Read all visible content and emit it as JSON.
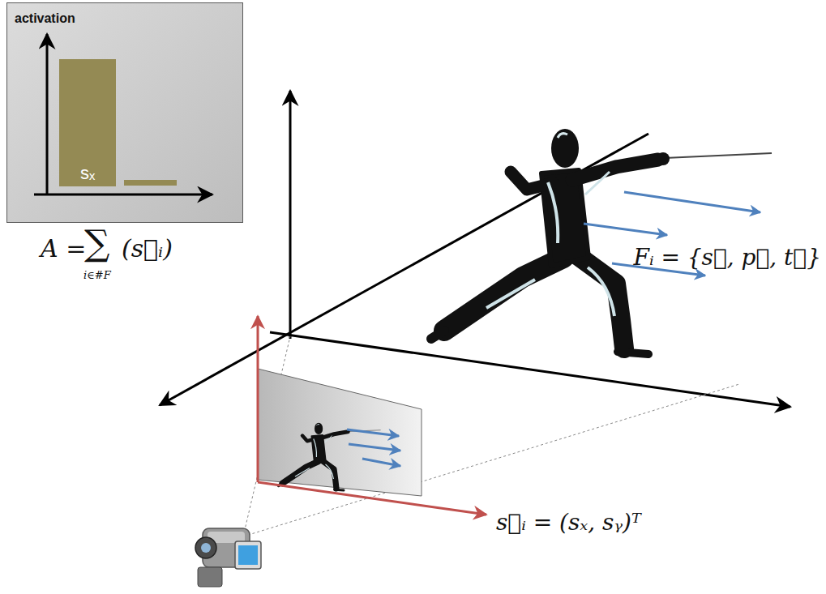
{
  "diagram": {
    "nodes": [
      {
        "text": [
          "activation"
        ]
      },
      {
        "text": [
          "sₓ"
        ],
        "in": 0
      }
    ],
    "labels": [
      "A =",
      "∑",
      "(s⃗ᵢ)",
      "i∈#F",
      "Fᵢ = {s⃗, p⃗, t⃗}",
      "s⃗ᵢ = (sₓ, sᵧ)ᵀ"
    ]
  }
}
